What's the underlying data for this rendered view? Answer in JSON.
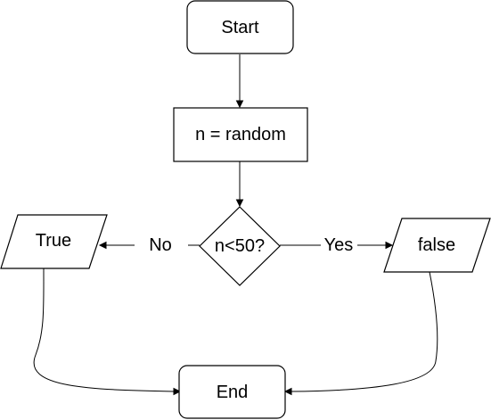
{
  "diagram": {
    "nodes": {
      "start": {
        "label": "Start",
        "shape": "rounded-rectangle"
      },
      "assign": {
        "label": "n = random",
        "shape": "rectangle"
      },
      "decision": {
        "label": "n<50?",
        "shape": "diamond"
      },
      "true_output": {
        "label": "True",
        "shape": "parallelogram"
      },
      "false_output": {
        "label": "false",
        "shape": "parallelogram"
      },
      "end": {
        "label": "End",
        "shape": "rounded-rectangle"
      }
    },
    "edges": {
      "no_label": "No",
      "yes_label": "Yes"
    },
    "colors": {
      "stroke": "#000000",
      "fill": "#ffffff",
      "background": "#ffffff"
    }
  }
}
